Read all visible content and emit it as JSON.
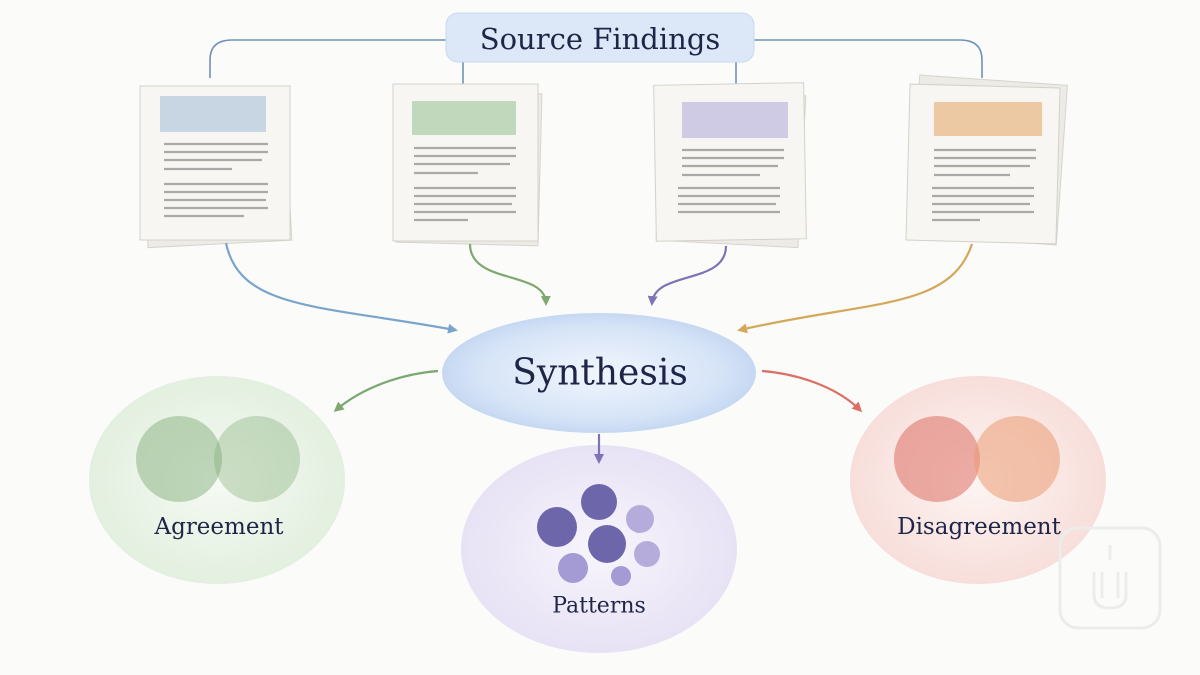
{
  "title": "Source Findings",
  "center": "Synthesis",
  "outcomes": {
    "agreement": "Agreement",
    "patterns": "Patterns",
    "disagreement": "Disagreement"
  },
  "documents": [
    {
      "name": "source-document-blue",
      "accent": "#c8d5e2",
      "arrow": "#7aa4c9"
    },
    {
      "name": "source-document-green",
      "accent": "#c1d8bc",
      "arrow": "#7ea870"
    },
    {
      "name": "source-document-purple",
      "accent": "#cfcbe5",
      "arrow": "#7c74b4"
    },
    {
      "name": "source-document-orange",
      "accent": "#ecc9a3",
      "arrow": "#d4a85a"
    }
  ],
  "colors": {
    "agreement": "#7aa870",
    "patterns": "#6d66aa",
    "disagreement": "#dc6f64",
    "synthesis": "#cbdcf4",
    "title_box": "#dce8f7",
    "text": "#1f2547"
  }
}
